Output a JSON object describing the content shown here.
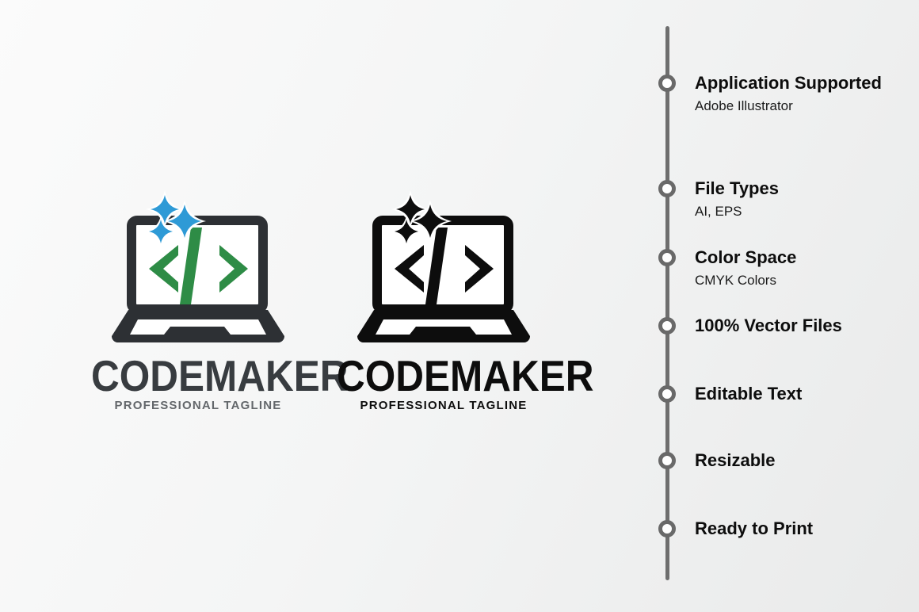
{
  "background": {
    "gradient_start": "#fbfbfb",
    "gradient_end": "#e9eaea"
  },
  "logos": [
    {
      "variant": "color",
      "brand": "CODEMAKER",
      "tagline": "PROFESSIONAL TAGLINE",
      "colors": {
        "laptop": "#2d3034",
        "code": "#2e8c46",
        "stars": "#2e9ad6",
        "brand_text": "#383c40",
        "tagline_text": "#63676b"
      }
    },
    {
      "variant": "black",
      "brand": "CODEMAKER",
      "tagline": "PROFESSIONAL TAGLINE",
      "colors": {
        "laptop": "#0d0d0d",
        "code": "#0d0d0d",
        "stars": "#0d0d0d",
        "brand_text": "#0d0d0d",
        "tagline_text": "#0d0d0d"
      }
    }
  ],
  "timeline": {
    "line_color": "#6e6e6e",
    "items": [
      {
        "title": "Application Supported",
        "subtitle": "Adobe Illustrator"
      },
      {
        "title": "File Types",
        "subtitle": "AI, EPS"
      },
      {
        "title": "Color Space",
        "subtitle": "CMYK Colors"
      },
      {
        "title": "100% Vector Files",
        "subtitle": ""
      },
      {
        "title": "Editable Text",
        "subtitle": ""
      },
      {
        "title": "Resizable",
        "subtitle": ""
      },
      {
        "title": "Ready to Print",
        "subtitle": ""
      }
    ]
  }
}
